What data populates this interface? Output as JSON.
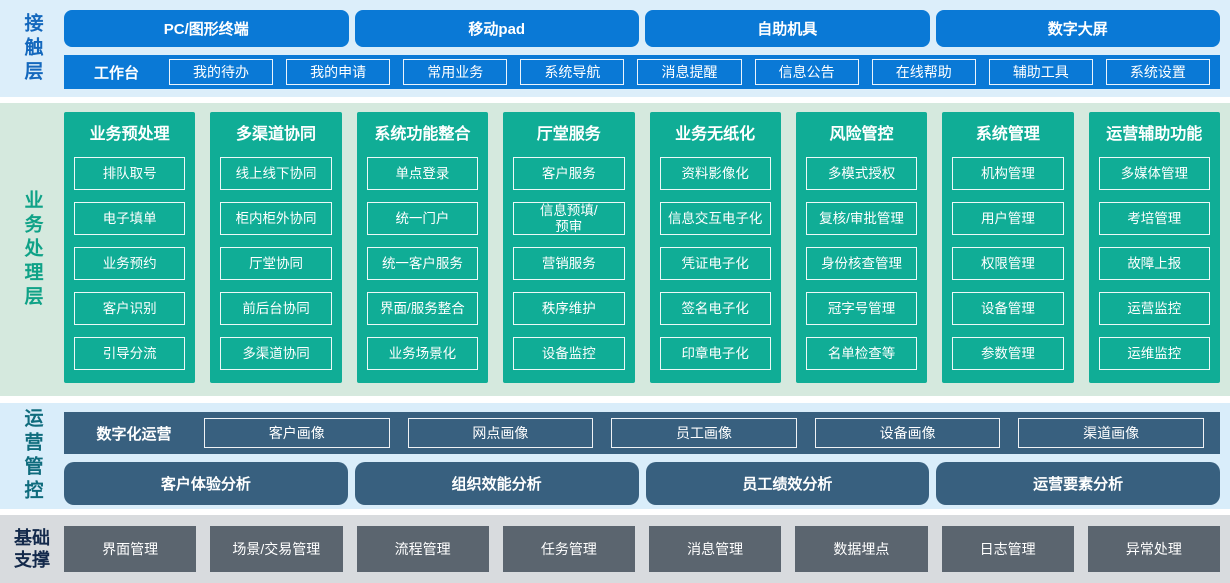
{
  "colors": {
    "blue": "#0a79d6",
    "teal": "#10ad96",
    "slate": "#38607f",
    "gray": "#5b656f",
    "band-contact-bg": "#dceefa",
    "band-business-bg": "#d5e9de",
    "band-operation-bg": "#d9edfa",
    "band-foundation-bg": "#d8dbde",
    "label-contact": "#1468bd",
    "label-business": "#0fa287",
    "label-operation": "#0f6c7d",
    "label-foundation": "#13294b"
  },
  "layers": {
    "contact": {
      "label": "接触层",
      "terminals": [
        "PC/图形终端",
        "移动pad",
        "自助机具",
        "数字大屏"
      ],
      "workbench": {
        "label": "工作台",
        "items": [
          "我的待办",
          "我的申请",
          "常用业务",
          "系统导航",
          "消息提醒",
          "信息公告",
          "在线帮助",
          "辅助工具",
          "系统设置"
        ]
      }
    },
    "business": {
      "label": "业务处理层",
      "columns": [
        {
          "title": "业务预处理",
          "items": [
            "排队取号",
            "电子填单",
            "业务预约",
            "客户识别",
            "引导分流"
          ]
        },
        {
          "title": "多渠道协同",
          "items": [
            "线上线下协同",
            "柜内柜外协同",
            "厅堂协同",
            "前后台协同",
            "多渠道协同"
          ]
        },
        {
          "title": "系统功能整合",
          "items": [
            "单点登录",
            "统一门户",
            "统一客户服务",
            "界面/服务整合",
            "业务场景化"
          ]
        },
        {
          "title": "厅堂服务",
          "items": [
            "客户服务",
            "信息预填/\n预审",
            "营销服务",
            "秩序维护",
            "设备监控"
          ]
        },
        {
          "title": "业务无纸化",
          "items": [
            "资料影像化",
            "信息交互电子化",
            "凭证电子化",
            "签名电子化",
            "印章电子化"
          ]
        },
        {
          "title": "风险管控",
          "items": [
            "多模式授权",
            "复核/审批管理",
            "身份核查管理",
            "冠字号管理",
            "名单检查等"
          ]
        },
        {
          "title": "系统管理",
          "items": [
            "机构管理",
            "用户管理",
            "权限管理",
            "设备管理",
            "参数管理"
          ]
        },
        {
          "title": "运营辅助功能",
          "items": [
            "多媒体管理",
            "考培管理",
            "故障上报",
            "运营监控",
            "运维监控"
          ]
        }
      ]
    },
    "operation": {
      "label": "运营管控",
      "digital": {
        "label": "数字化运营",
        "items": [
          "客户画像",
          "网点画像",
          "员工画像",
          "设备画像",
          "渠道画像"
        ]
      },
      "analysis": [
        "客户体验分析",
        "组织效能分析",
        "员工绩效分析",
        "运营要素分析"
      ]
    },
    "foundation": {
      "label": "基础\n支撑",
      "items": [
        "界面管理",
        "场景/交易管理",
        "流程管理",
        "任务管理",
        "消息管理",
        "数据埋点",
        "日志管理",
        "异常处理"
      ]
    }
  }
}
